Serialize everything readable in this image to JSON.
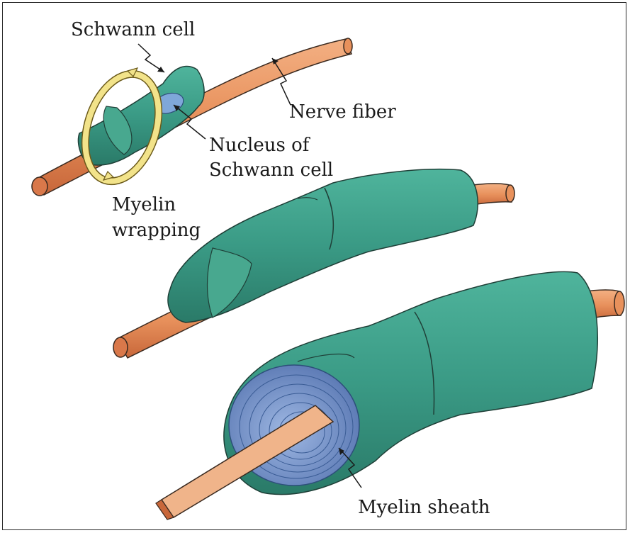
{
  "labels": {
    "schwann_cell": "Schwann cell",
    "nerve_fiber": "Nerve fiber",
    "nucleus_line1": "Nucleus of",
    "nucleus_line2": "Schwann cell",
    "myelin_wrapping_line1": "Myelin",
    "myelin_wrapping_line2": "wrapping",
    "myelin_sheath": "Myelin sheath"
  },
  "colors": {
    "axon": "#e8915c",
    "axon_shadow": "#c8673a",
    "schwann": "#3a9a85",
    "schwann_dark": "#256e5e",
    "nucleus": "#7fa7d9",
    "myelin_wrap": "#f2e38a",
    "myelin_layers": "#6f8fc6"
  }
}
